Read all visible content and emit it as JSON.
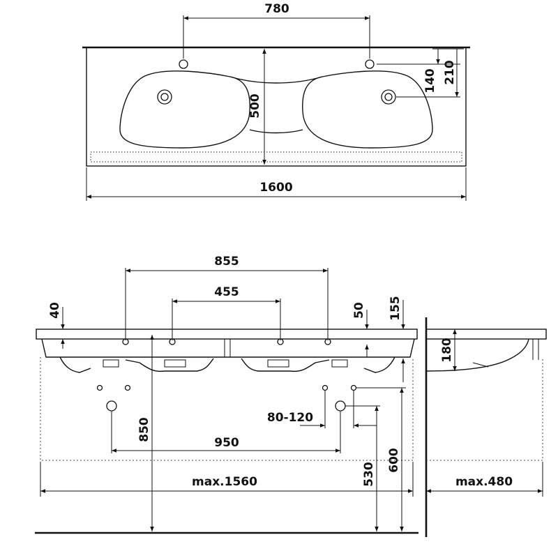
{
  "top_view": {
    "dim_tap_spacing": "780",
    "dim_depth": "500",
    "dim_tap_from_back": "140",
    "dim_hole_from_back": "210",
    "dim_width": "1600"
  },
  "front_view": {
    "dim_outer_holes": "855",
    "dim_inner_holes": "455",
    "dim_worktop_thickness": "40",
    "dim_tap_inset": "50",
    "dim_side_height": "155",
    "dim_height": "850",
    "dim_drain_spacing": "950",
    "dim_supply_spacing": "80-120",
    "dim_drain_height": "530",
    "dim_supply_height": "600",
    "dim_max_width": "max.1560"
  },
  "side_view": {
    "dim_bowl_depth": "180",
    "dim_max_depth": "max.480"
  }
}
